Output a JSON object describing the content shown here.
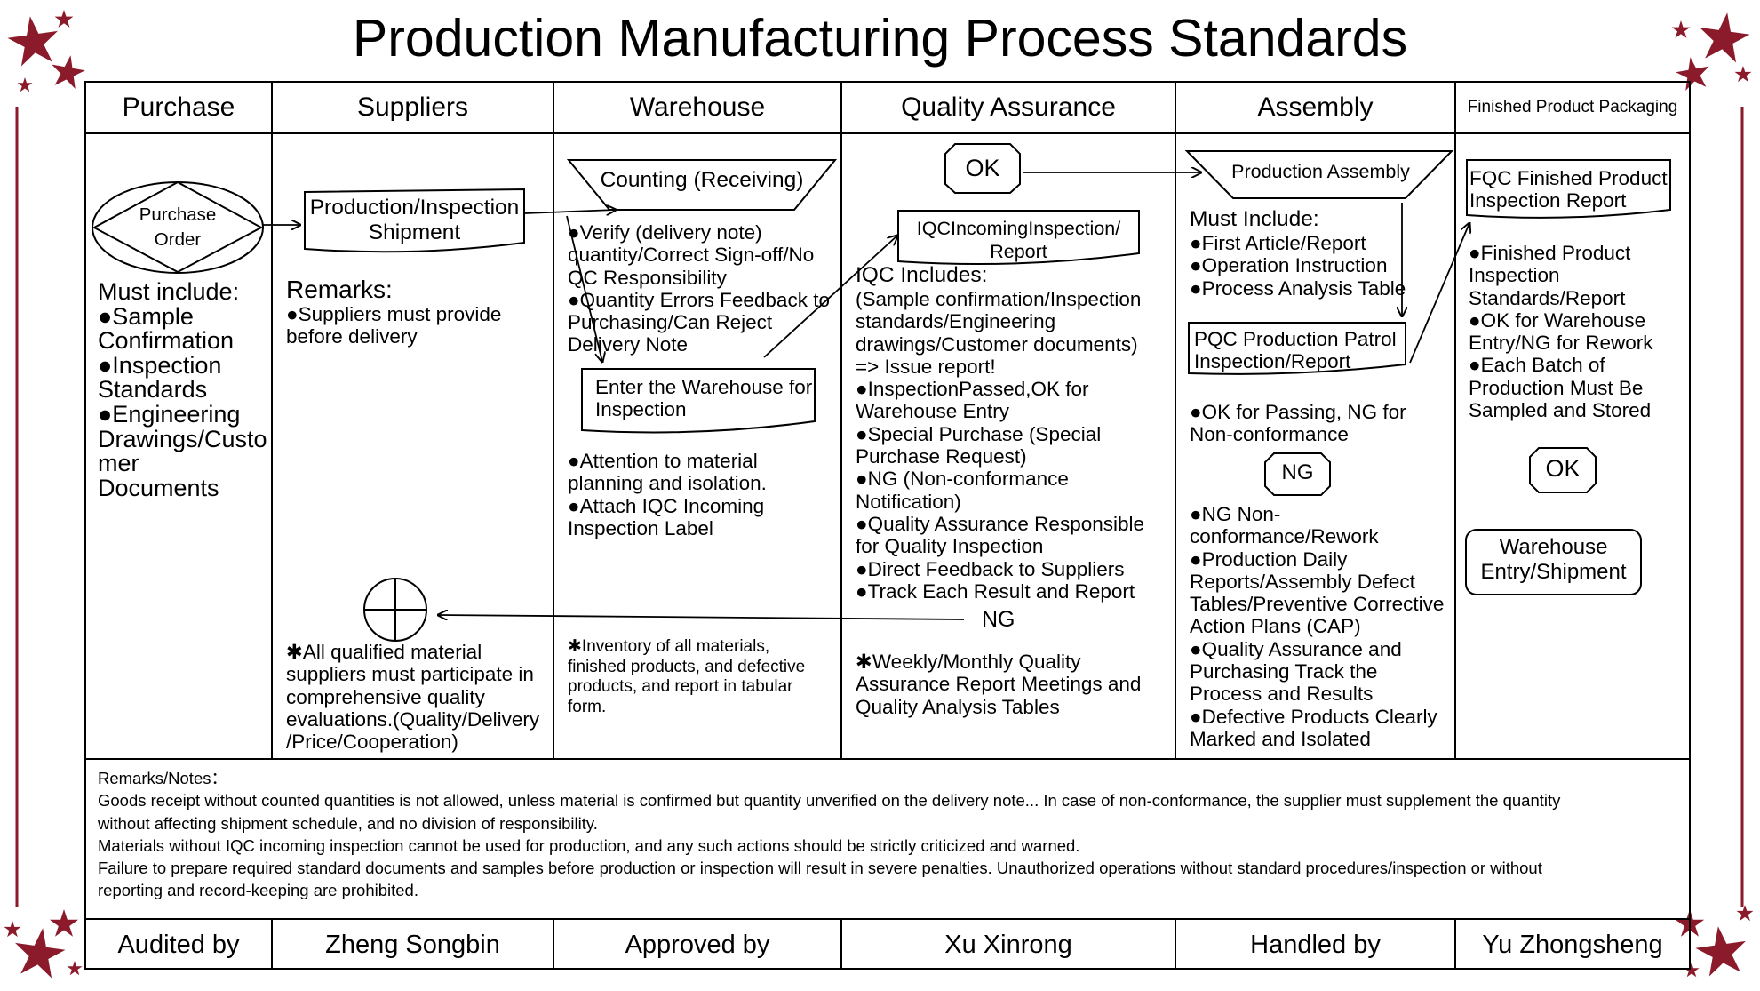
{
  "title": "Production Manufacturing Process Standards",
  "columns": [
    "Purchase",
    "Suppliers",
    "Warehouse",
    "Quality Assurance",
    "Assembly",
    "Finished Product Packaging"
  ],
  "purchase": {
    "order_label": "Purchase\nOrder",
    "must_include": "Must include:\n●Sample\nConfirmation\n●Inspection\nStandards\n●Engineering\nDrawings/Custo\nmer Documents"
  },
  "suppliers": {
    "shipment_label": "Production/Inspection\nShipment",
    "remarks_title": "Remarks:",
    "remarks_text": "●Suppliers must provide\nbefore delivery",
    "evaluation_note": "✱All qualified material\nsuppliers must participate in\ncomprehensive quality\nevaluations.(Quality/Delivery\n/Price/Cooperation)"
  },
  "warehouse": {
    "counting_label": "Counting (Receiving)",
    "verify_text": "●Verify (delivery note)\nquantity/Correct Sign-off/No\nQC Responsibility\n●Quantity Errors Feedback to\nPurchasing/Can Reject\nDelivery Note",
    "enter_label": "Enter the Warehouse for\nInspection",
    "attention_text": "●Attention to material\nplanning and isolation.\n●Attach IQC Incoming\nInspection Label",
    "inventory_note": "✱Inventory of all materials,\nfinished products, and defective\nproducts, and report in tabular\nform."
  },
  "qa": {
    "ok_label": "OK",
    "iqc_label": "IQCIncomingInspection/\nReport",
    "includes_title": "IQC Includes:",
    "includes_text": "(Sample confirmation/Inspection\nstandards/Engineering\ndrawings/Customer documents)\n=> Issue report!\n●InspectionPassed,OK for\nWarehouse Entry\n●Special Purchase (Special\nPurchase Request)\n●NG (Non-conformance\nNotification)\n●Quality Assurance Responsible\nfor Quality Inspection\n●Direct Feedback to Suppliers\n●Track Each Result and Report",
    "ng_label": "NG",
    "weekly_note": "✱Weekly/Monthly Quality\nAssurance Report Meetings and\nQuality Analysis Tables"
  },
  "assembly": {
    "production_label": "Production Assembly",
    "must_title": "Must Include:",
    "must_text": "●First Article/Report\n●Operation Instruction\n●Process Analysis Table",
    "pqc_label": "PQC Production Patrol\nInspection/Report",
    "ok_ng_text": "●OK for Passing, NG for\nNon-conformance",
    "ng_label": "NG",
    "ng_text": "●NG Non-\nconformance/Rework\n●Production Daily\nReports/Assembly Defect\nTables/Preventive Corrective\nAction Plans (CAP)\n●Quality Assurance and\nPurchasing Track the\nProcess and Results\n●Defective Products Clearly\nMarked and Isolated"
  },
  "packaging": {
    "fqc_label": "FQC Finished Product\nInspection Report",
    "fqc_text": "●Finished Product\nInspection\nStandards/Report\n●OK for Warehouse\nEntry/NG for Rework\n●Each Batch of\nProduction Must Be\nSampled and Stored",
    "ok_label": "OK",
    "warehouse_label": "Warehouse\nEntry/Shipment"
  },
  "notes": "Remarks/Notes：\nGoods receipt without counted quantities is not allowed, unless material is confirmed but quantity unverified on the delivery note... In case of non-conformance, the supplier must supplement the quantity\nwithout affecting shipment schedule, and no division of responsibility.\nMaterials without IQC incoming inspection cannot be used for production, and any such actions should be strictly criticized and warned.\nFailure to prepare required standard documents and samples before production or inspection will result in severe penalties. Unauthorized operations without standard procedures/inspection or without\nreporting and record-keeping are prohibited.",
  "signatures": [
    "Audited by",
    "Zheng Songbin",
    "Approved by",
    "Xu Xinrong",
    "Handled by",
    "Yu Zhongsheng"
  ],
  "colors": {
    "decoration": "#8b1a2b",
    "line": "#000000"
  },
  "icons": [
    "star-decoration",
    "crosshair-circle-icon"
  ]
}
